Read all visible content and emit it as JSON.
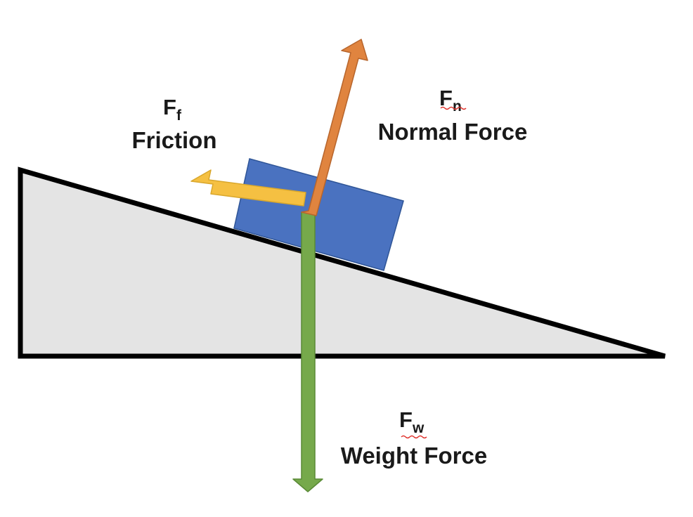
{
  "diagram": {
    "forces": {
      "friction": {
        "symbol": "F",
        "subscript": "f",
        "name": "Friction",
        "color": "#f5c042",
        "stroke": "#d9a72c"
      },
      "normal": {
        "symbol": "F",
        "subscript": "n",
        "name": "Normal Force",
        "color": "#e0843f",
        "stroke": "#b7652c"
      },
      "weight": {
        "symbol": "F",
        "subscript": "w",
        "name": "Weight Force",
        "color": "#76a94b",
        "stroke": "#5a8a36"
      }
    },
    "colors": {
      "incline_fill": "#e4e4e4",
      "incline_stroke": "#000000",
      "block_fill": "#4a72c0",
      "block_stroke": "#2f5597",
      "squiggle": "#e0312b"
    }
  }
}
